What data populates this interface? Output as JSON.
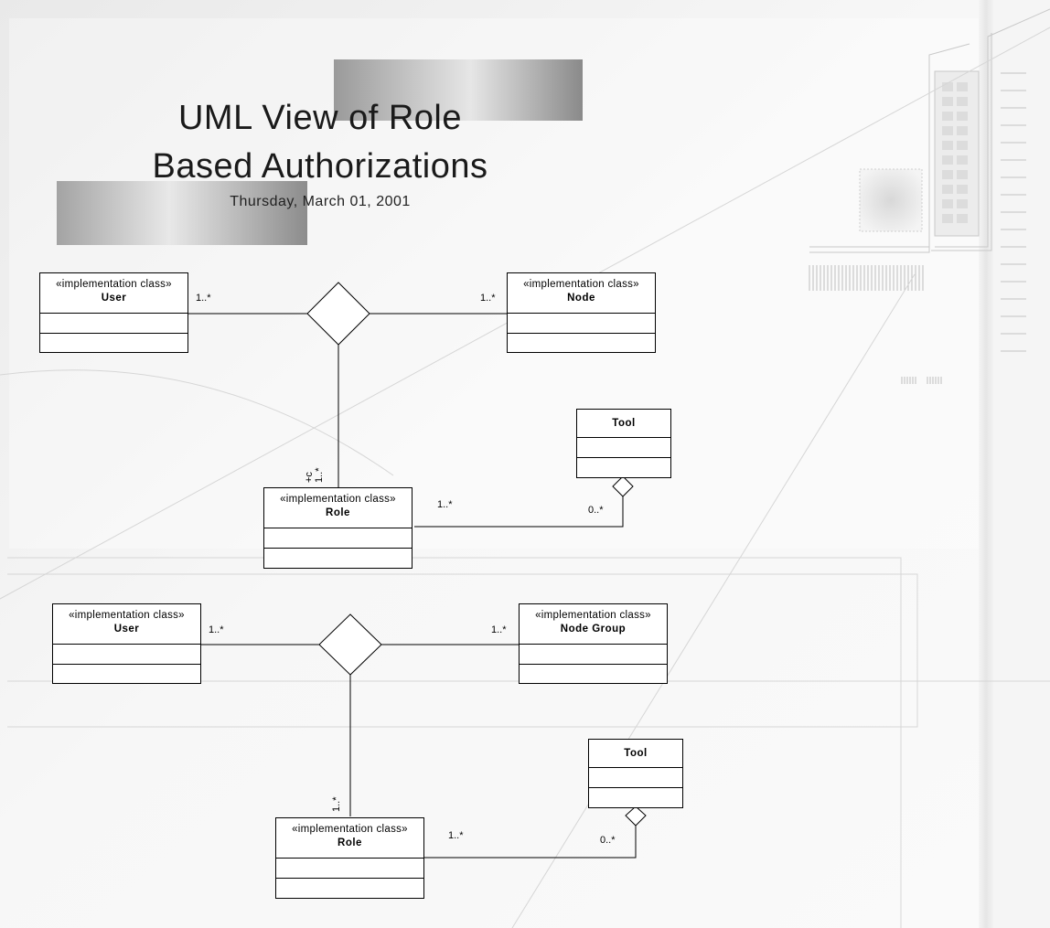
{
  "title": {
    "line1": "UML View of Role",
    "line2": "Based Authorizations",
    "date": "Thursday, March 01, 2001"
  },
  "diagram1": {
    "user": {
      "stereotype": "«implementation class»",
      "name": "User"
    },
    "node": {
      "stereotype": "«implementation class»",
      "name": "Node"
    },
    "role": {
      "stereotype": "«implementation class»",
      "name": "Role"
    },
    "tool": {
      "name": "Tool"
    },
    "mult_user": "1..*",
    "mult_node": "1..*",
    "mult_role_assoc": "+c\n1..*",
    "mult_role_tool": "1..*",
    "mult_tool": "0..*"
  },
  "diagram2": {
    "user": {
      "stereotype": "«implementation class»",
      "name": "User"
    },
    "node_group": {
      "stereotype": "«implementation class»",
      "name": "Node Group"
    },
    "role": {
      "stereotype": "«implementation class»",
      "name": "Role"
    },
    "tool": {
      "name": "Tool"
    },
    "mult_user": "1..*",
    "mult_node_group": "1..*",
    "mult_role_assoc": "1..*",
    "mult_role_tool": "1..*",
    "mult_tool": "0..*"
  },
  "colors": {
    "line": "#000000",
    "background_texture": "#ececec",
    "bar_dark": "#8c8c8c"
  }
}
